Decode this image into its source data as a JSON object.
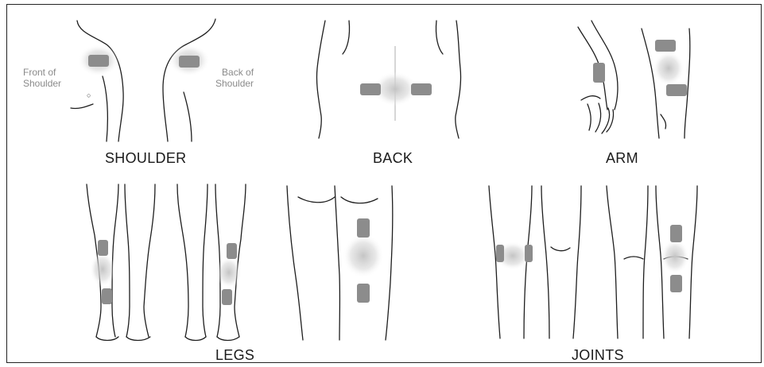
{
  "sections": {
    "shoulder": {
      "label": "SHOULDER",
      "front_note": [
        "Front of",
        "Shoulder"
      ],
      "back_note": [
        "Back of",
        "Shoulder"
      ]
    },
    "back": {
      "label": "BACK"
    },
    "arm": {
      "label": "ARM"
    },
    "legs": {
      "label": "LEGS"
    },
    "joints": {
      "label": "JOINTS"
    }
  },
  "colors": {
    "pad": "#8c8c8c",
    "outline": "#1e1e1e",
    "glow": "#c8c8c8",
    "note_text": "#8a8a8a"
  }
}
